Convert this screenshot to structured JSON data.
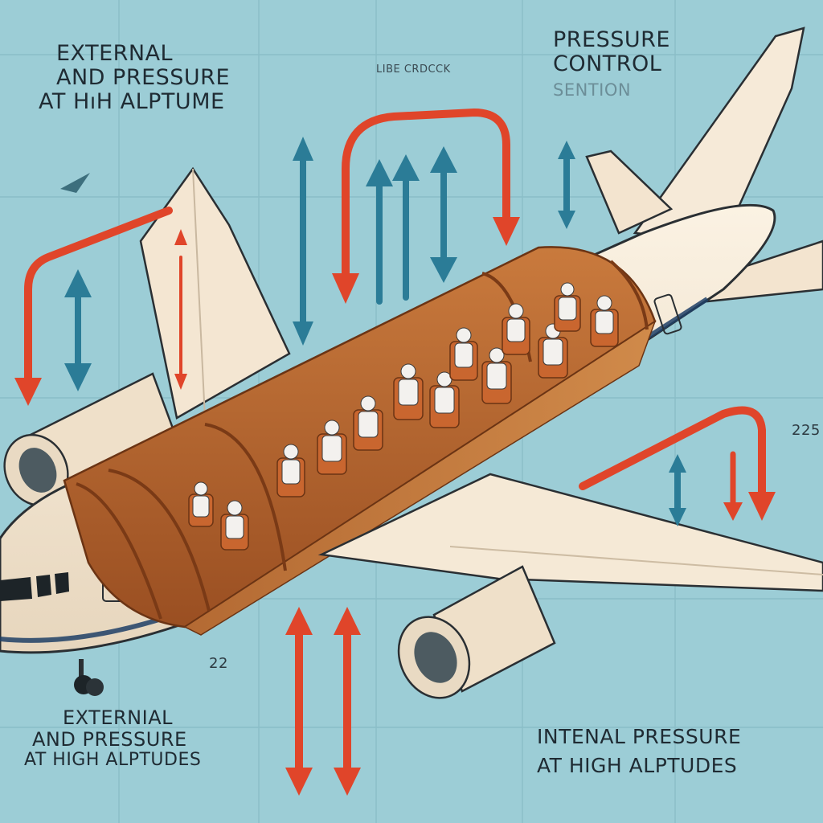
{
  "labels": {
    "top_left": {
      "line1": "EXTERNAL",
      "line2": "AND PRESSURE",
      "line3": "AT HıH ALPTUME"
    },
    "top_center_small": "LIBE CRDCCK",
    "top_right": {
      "line1": "PRESSURE",
      "line2": "CONTROL",
      "line3": "SENTION"
    },
    "side_number": "225",
    "bottom_number": "22",
    "bottom_left": {
      "line1": "EXTERNIAL",
      "line2": "AND PRESSURE",
      "line3": "AT HIGH ALPTUDES"
    },
    "bottom_right": {
      "line1": "INTENAL PRESSURE",
      "line2": "AT HIGH ALPTUDES"
    }
  },
  "colors": {
    "background": "#9ccdd6",
    "fuselage": "#f6ead8",
    "cabin_wood": "#b8662e",
    "seat": "#c9662f",
    "passenger": "#f3f1ee",
    "arrow_red": "#e0452a",
    "arrow_blue": "#2b7c97",
    "outline": "#2a2f33"
  }
}
